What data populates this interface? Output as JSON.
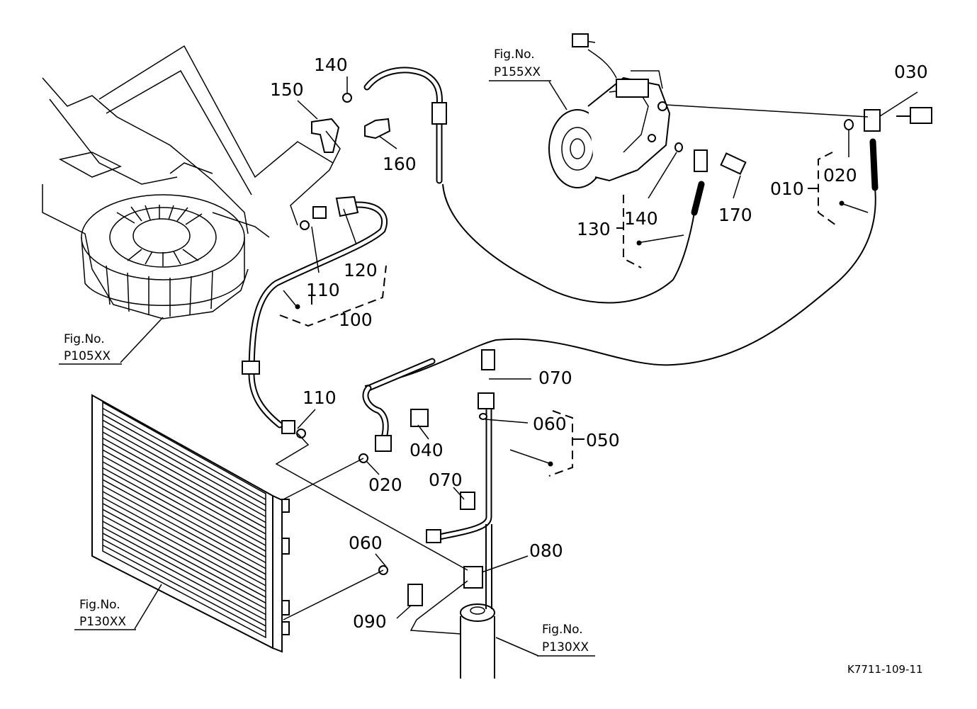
{
  "drawing_code": "K7711-109-11",
  "figure_refs": [
    {
      "label": "Fig.No.",
      "number": "P155XX"
    },
    {
      "label": "Fig.No.",
      "number": "P105XX"
    },
    {
      "label": "Fig.No.",
      "number": "P130XX"
    },
    {
      "label": "Fig.No.",
      "number": "P130XX"
    }
  ],
  "parts": {
    "p010": "010",
    "p020a": "020",
    "p020b": "020",
    "p030": "030",
    "p040": "040",
    "p050": "050",
    "p060a": "060",
    "p060b": "060",
    "p070a": "070",
    "p070b": "070",
    "p080": "080",
    "p090": "090",
    "p100": "100",
    "p110a": "110",
    "p110b": "110",
    "p120": "120",
    "p130": "130",
    "p140a": "140",
    "p140b": "140",
    "p150": "150",
    "p160": "160",
    "p170": "170"
  }
}
